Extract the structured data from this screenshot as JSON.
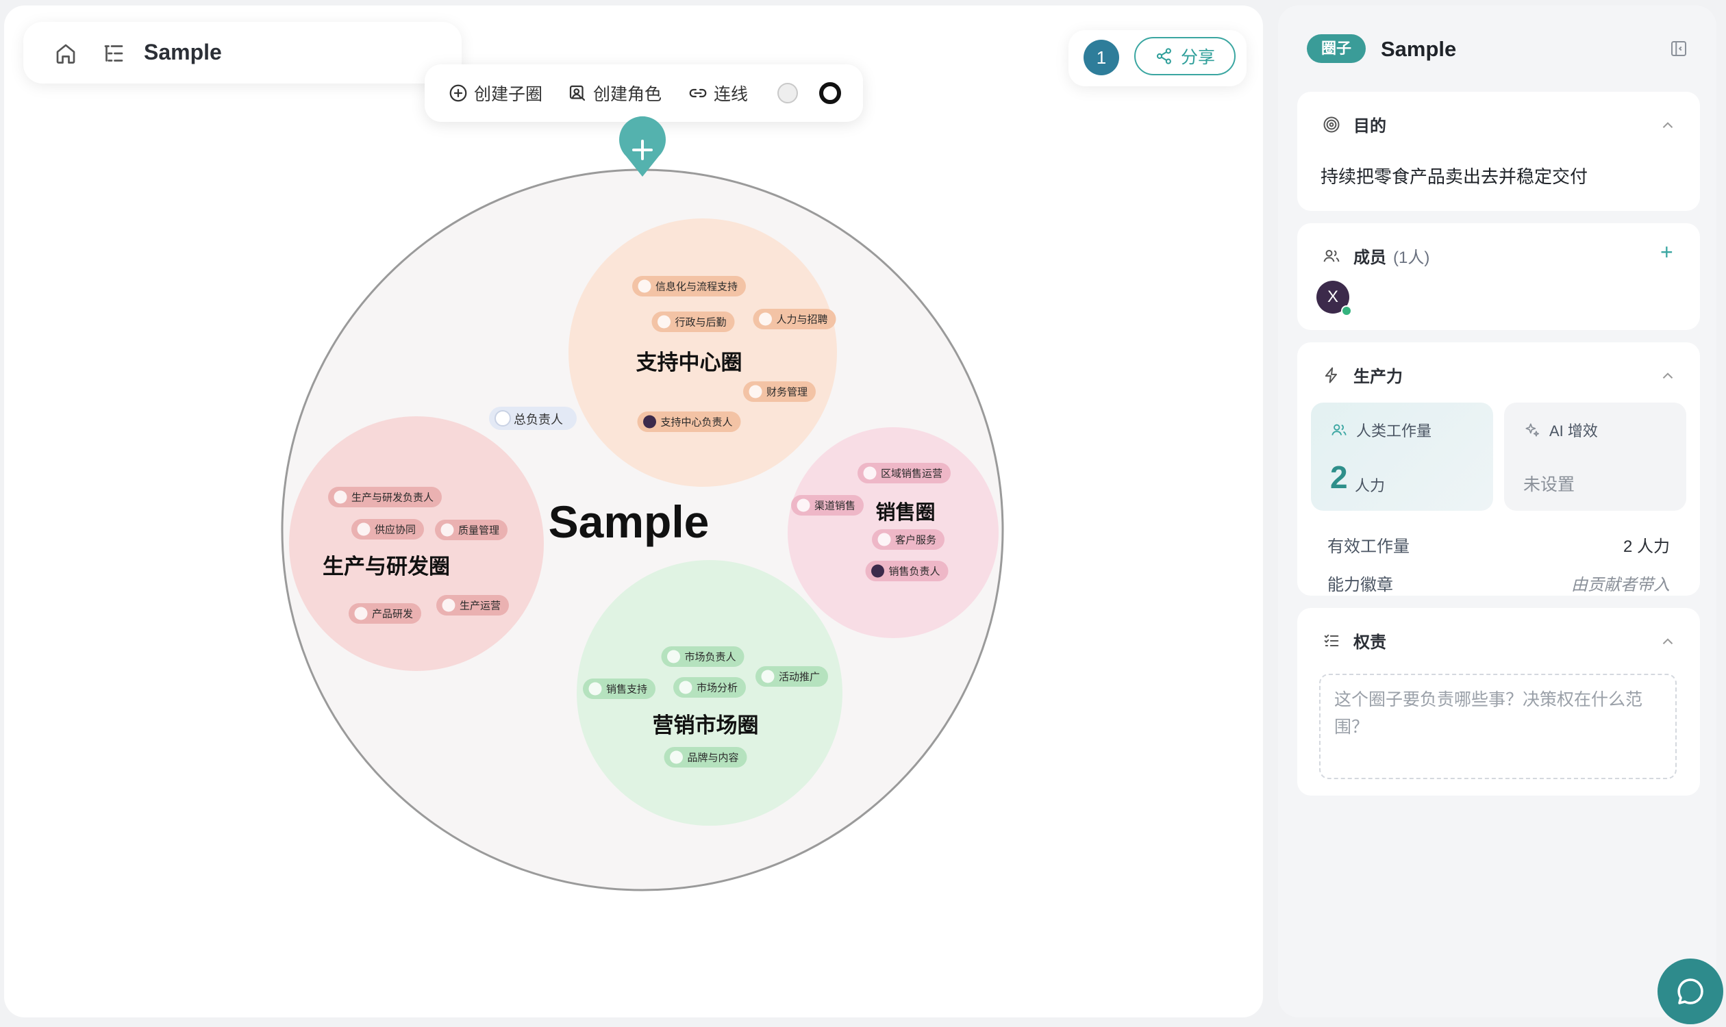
{
  "header": {
    "title": "Sample"
  },
  "toolbar": {
    "create_sub_circle": "创建子圈",
    "create_role": "创建角色",
    "connect": "连线"
  },
  "top_right": {
    "online_count": "1",
    "share_label": "分享"
  },
  "diagram": {
    "root_title": "Sample",
    "root_lead": "总负责人",
    "circles": [
      {
        "title": "支持中心圈",
        "fill": "#fbe5d8",
        "chip_fill": "#f3c3a5",
        "roles": [
          "信息化与流程支持",
          "行政与后勤",
          "人力与招聘",
          "财务管理",
          "支持中心负责人"
        ]
      },
      {
        "title": "生产与研发圈",
        "fill": "#f7d9d9",
        "chip_fill": "#eab1b1",
        "roles": [
          "生产与研发负责人",
          "供应协同",
          "质量管理",
          "产品研发",
          "生产运营"
        ]
      },
      {
        "title": "销售圈",
        "fill": "#f8dde5",
        "chip_fill": "#eeb7c7",
        "roles": [
          "区域销售运营",
          "渠道销售",
          "客户服务",
          "销售负责人"
        ]
      },
      {
        "title": "营销市场圈",
        "fill": "#e0f3e3",
        "chip_fill": "#b5e2be",
        "roles": [
          "市场负责人",
          "活动推广",
          "销售支持",
          "市场分析",
          "品牌与内容"
        ]
      }
    ]
  },
  "panel": {
    "badge": "圈子",
    "title": "Sample",
    "purpose": {
      "heading": "目的",
      "text": "持续把零食产品卖出去并稳定交付"
    },
    "members": {
      "heading": "成员",
      "count": "(1人)",
      "avatar_letter": "X"
    },
    "productivity": {
      "heading": "生产力",
      "human_label": "人类工作量",
      "human_value": "2",
      "human_unit": "人力",
      "ai_label": "AI 增效",
      "ai_value": "未设置",
      "effective_label": "有效工作量",
      "effective_value": "2 人力",
      "badge_label": "能力徽章",
      "badge_value": "由贡献者带入"
    },
    "authority": {
      "heading": "权责",
      "placeholder": "这个圈子要负责哪些事？决策权在什么范围？"
    }
  }
}
